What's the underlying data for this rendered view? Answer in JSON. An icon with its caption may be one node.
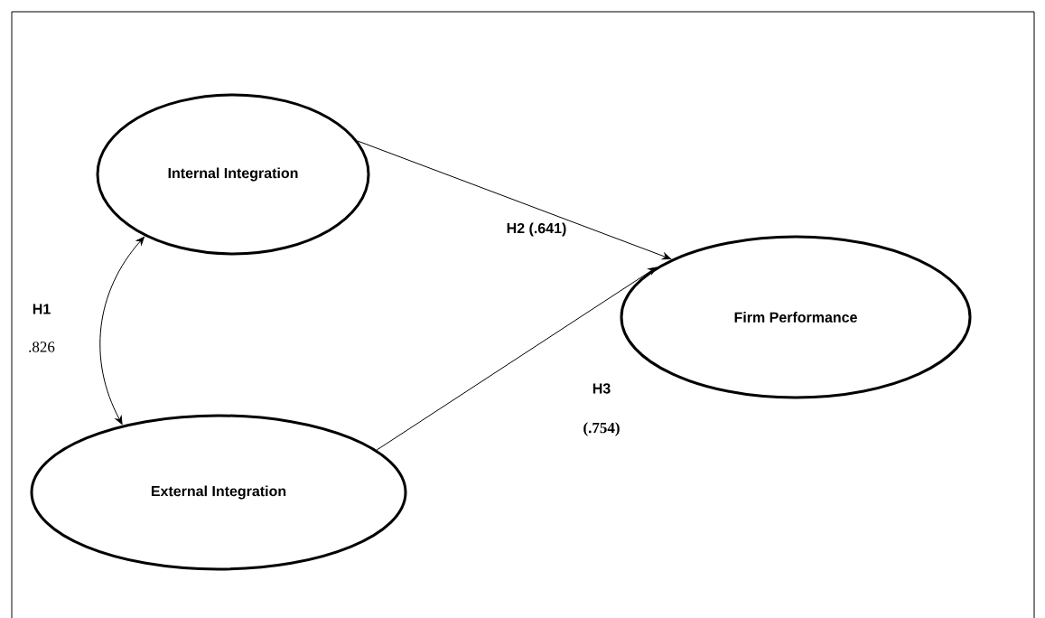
{
  "diagram": {
    "nodes": [
      {
        "text": [
          "Internal Integration"
        ]
      },
      {
        "text": [
          "External Integration"
        ]
      },
      {
        "text": [
          "Firm Performance"
        ]
      }
    ],
    "edges": [
      {
        "from": 0,
        "to": 1,
        "arrow": "both",
        "label": "H1"
      },
      {
        "from": 0,
        "to": 2,
        "arrow": "to",
        "label": "H2 (.641)"
      },
      {
        "from": 1,
        "to": 2,
        "arrow": "to",
        "label": "H3"
      }
    ],
    "labels": [
      ".826",
      "(.754)"
    ]
  }
}
